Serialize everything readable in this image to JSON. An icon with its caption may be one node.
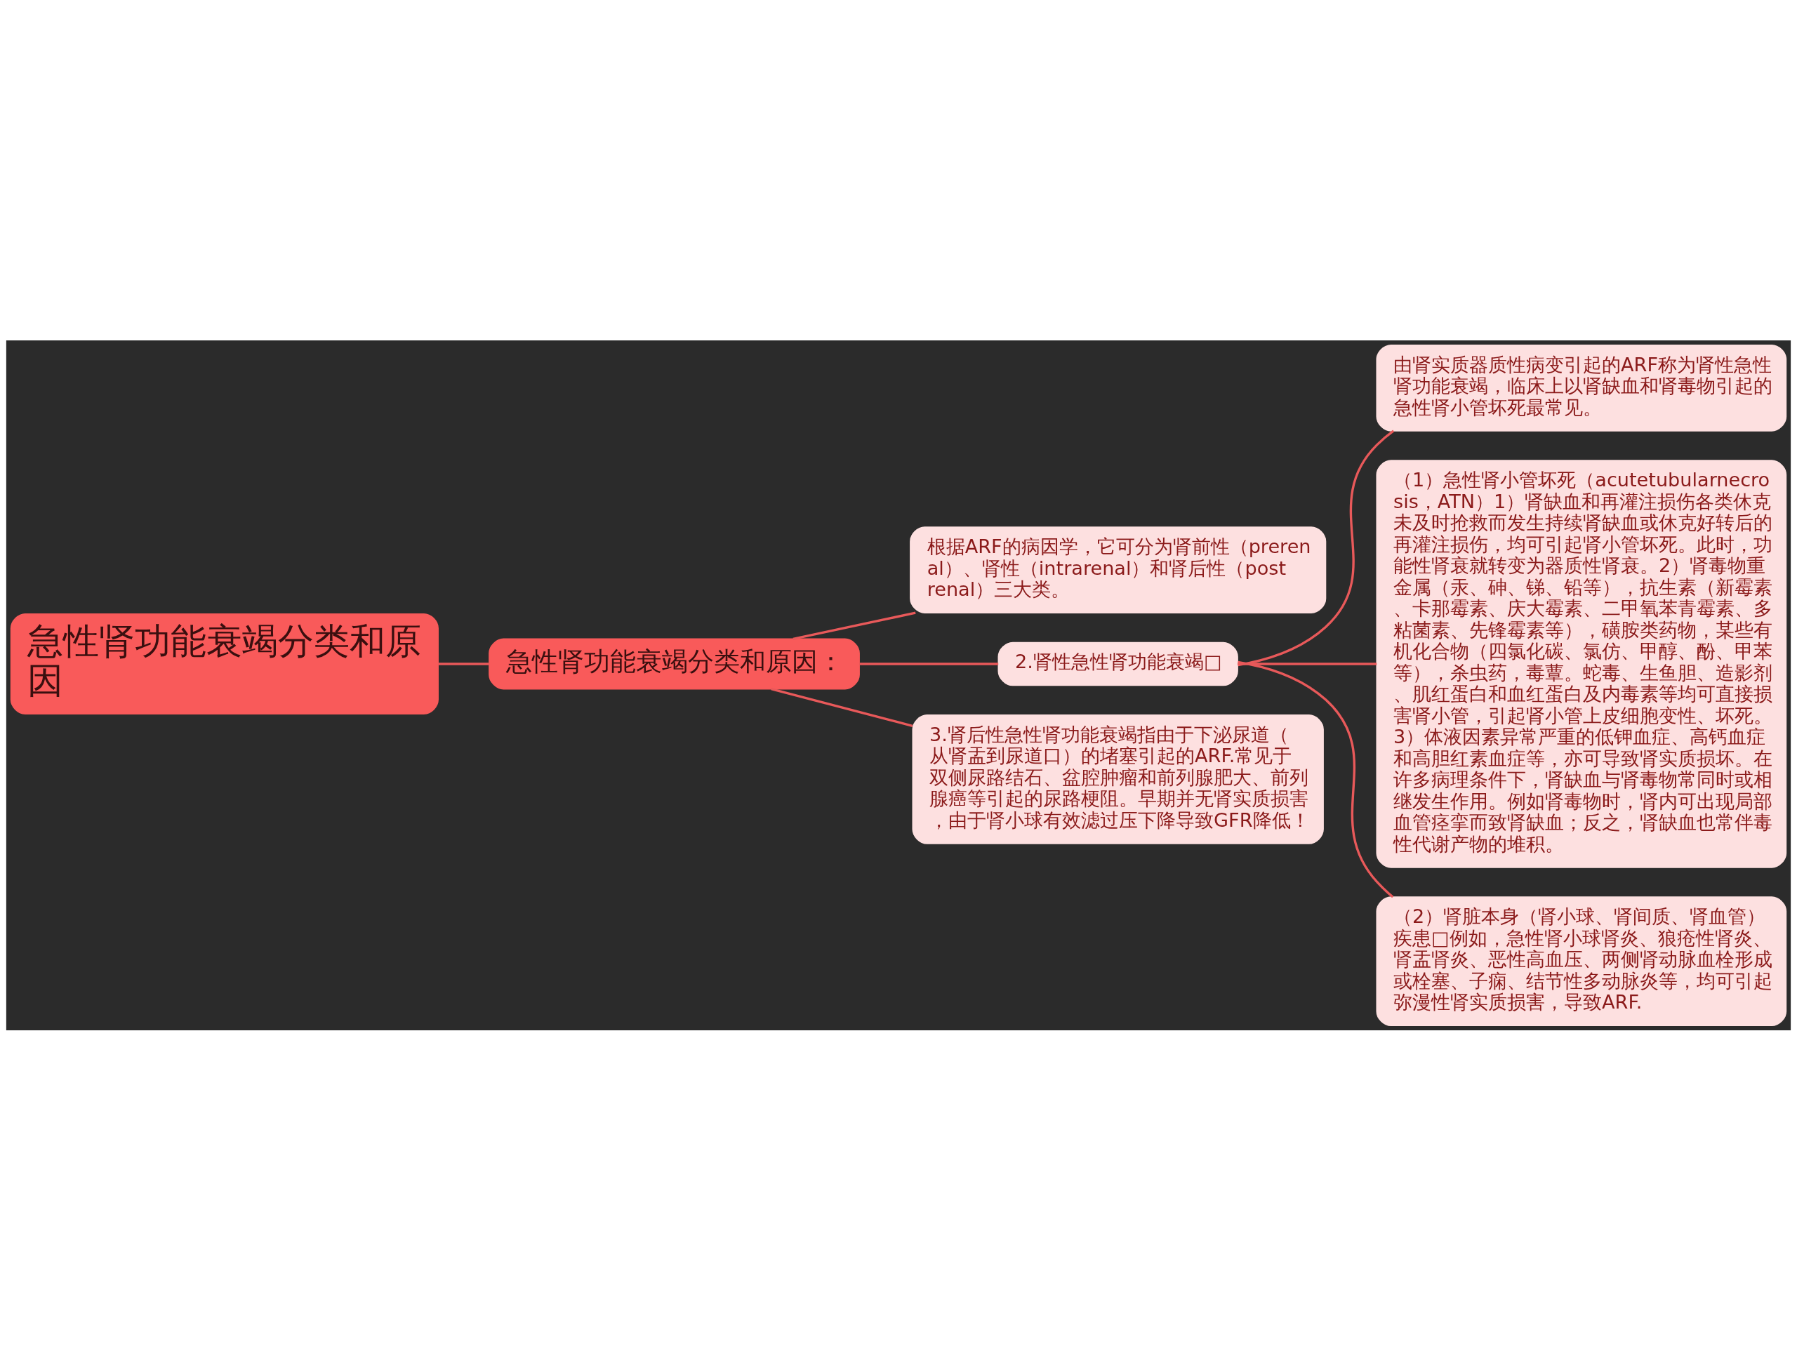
{
  "diagram": {
    "nodes": [
      {
        "text": [
          "急性肾功能衰竭分类和原因"
        ]
      },
      {
        "text": [
          "急性肾功能衰竭分类和原因："
        ]
      },
      {
        "text": [
          "根据ARF的病因学，它可分为肾前性（prerenal）、肾性（intrarenal）和肾后性（postrenal）三大类。"
        ]
      },
      {
        "text": [
          "2.肾性急性肾功能衰竭□"
        ]
      },
      {
        "text": [
          "由肾实质器质性病变引起的ARF称为肾性急性肾功能衰竭，临床上以肾缺血和肾毒物引起的急性肾小管坏死最常见。"
        ]
      },
      {
        "text": [
          "（1）急性肾小管坏死（acutetubularnecrosis，ATN）1）肾缺血和再灌注损伤各类休克未及时抢救而发生持续肾缺血或休克好转后的再灌注损伤，均可引起肾小管坏死。此时，功能性肾衰就转变为器质性肾衰。2）肾毒物重金属（汞、砷、锑、铅等），抗生素（新霉素、卡那霉素、庆大霉素、二甲氧苯青霉素、多粘菌素、先锋霉素等），磺胺类药物，某些有机化合物（四氯化碳、氯仿、甲醇、酚、甲苯等），杀虫药，毒蕈。蛇毒、生鱼胆、造影剂、肌红蛋白和血红蛋白及内毒素等均可直接损害肾小管，引起肾小管上皮细胞变性、坏死。3）体液因素异常严重的低钾血症、高钙血症和高胆红素血症等，亦可导致肾实质损坏。在许多病理条件下，肾缺血与肾毒物常同时或相继发生作用。例如肾毒物时，肾内可出现局部血管痉挛而致肾缺血；反之，肾缺血也常伴毒性代谢产物的堆积。"
        ]
      },
      {
        "text": [
          "（2）肾脏本身（肾小球、肾间质、肾血管）疾患□例如，急性肾小球肾炎、狼疮性肾炎、肾盂肾炎、恶性高血压、两侧肾动脉血栓形成或栓塞、子痫、结节性多动脉炎等，均可引起弥漫性肾实质损害，导致ARF."
        ]
      },
      {
        "text": [
          "3.肾后性急性肾功能衰竭指由于下泌尿道（从肾盂到尿道口）的堵塞引起的ARF.常见于双侧尿路结石、盆腔肿瘤和前列腺肥大、前列腺癌等引起的尿路梗阻。早期并无肾实质损害，由于肾小球有效滤过压下降导致GFR降低！"
        ]
      }
    ],
    "edges": [
      {
        "from": 0,
        "to": 1,
        "arrow": "none"
      },
      {
        "from": 1,
        "to": 2,
        "arrow": "none"
      },
      {
        "from": 1,
        "to": 3,
        "arrow": "none"
      },
      {
        "from": 1,
        "to": 7,
        "arrow": "none"
      },
      {
        "from": 3,
        "to": 4,
        "arrow": "none"
      },
      {
        "from": 3,
        "to": 5,
        "arrow": "none"
      },
      {
        "from": 3,
        "to": 6,
        "arrow": "none"
      }
    ]
  }
}
